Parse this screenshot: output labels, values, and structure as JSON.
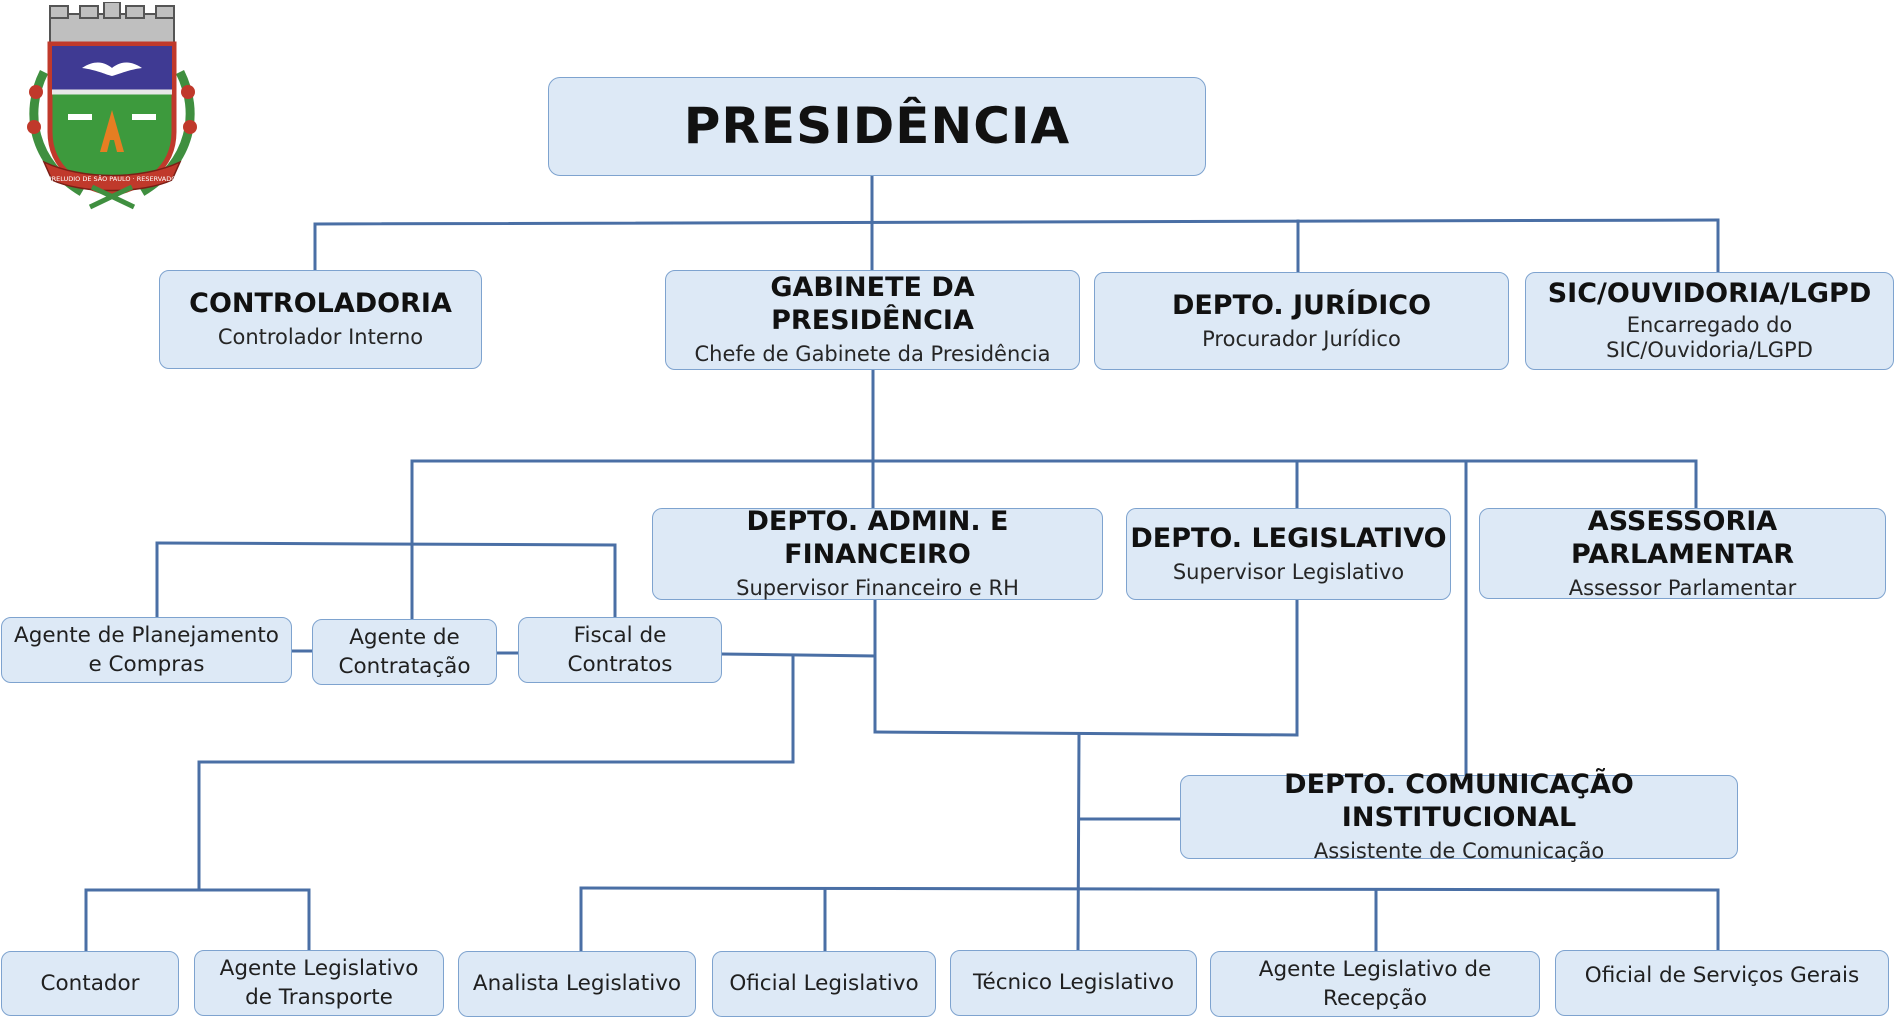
{
  "colors": {
    "box_fill": "#dde9f6",
    "box_border": "#7ea3cf",
    "connector": "#4a6fa5"
  },
  "emblem": {
    "icon": "municipal-coat-of-arms-icon",
    "ribbon_text": "PRELUDIO DE SÃO PAULO · RESERVADO"
  },
  "presidency": {
    "title": "PRESIDÊNCIA"
  },
  "level1": {
    "controladoria": {
      "title": "CONTROLADORIA",
      "subtitle": "Controlador Interno"
    },
    "gabinete": {
      "title": "GABINETE DA PRESIDÊNCIA",
      "subtitle": "Chefe de Gabinete da Presidência"
    },
    "juridico": {
      "title": "DEPTO. JURÍDICO",
      "subtitle": "Procurador Jurídico"
    },
    "sic": {
      "title": "SIC/OUVIDORIA/LGPD",
      "subtitle_line1": "Encarregado do",
      "subtitle_line2": "SIC/Ouvidoria/LGPD"
    }
  },
  "level2": {
    "admin": {
      "title": "DEPTO. ADMIN. E FINANCEIRO",
      "subtitle": "Supervisor Financeiro e RH"
    },
    "legislativo": {
      "title": "DEPTO. LEGISLATIVO",
      "subtitle": "Supervisor Legislativo"
    },
    "assessoria": {
      "title": "ASSESSORIA PARLAMENTAR",
      "subtitle": "Assessor Parlamentar"
    },
    "comunicacao": {
      "title": "DEPTO. COMUNICAÇÃO INSTITUCIONAL",
      "subtitle": "Assistente de Comunicação"
    }
  },
  "support_roles": {
    "planejamento": {
      "line1": "Agente de Planejamento",
      "line2": "e Compras"
    },
    "contratacao": {
      "line1": "Agente de",
      "line2": "Contratação"
    },
    "fiscal": {
      "line1": "Fiscal de",
      "line2": "Contratos"
    }
  },
  "bottom_roles": {
    "contador": {
      "line1": "Contador"
    },
    "transporte": {
      "line1": "Agente Legislativo",
      "line2": "de Transporte"
    },
    "analista": {
      "line1": "Analista Legislativo"
    },
    "oficial": {
      "line1": "Oficial Legislativo"
    },
    "tecnico": {
      "line1": "Técnico Legislativo"
    },
    "recepcao": {
      "line1": "Agente Legislativo de",
      "line2": "Recepção"
    },
    "servicos": {
      "line1": "Oficial de Serviços Gerais"
    }
  }
}
